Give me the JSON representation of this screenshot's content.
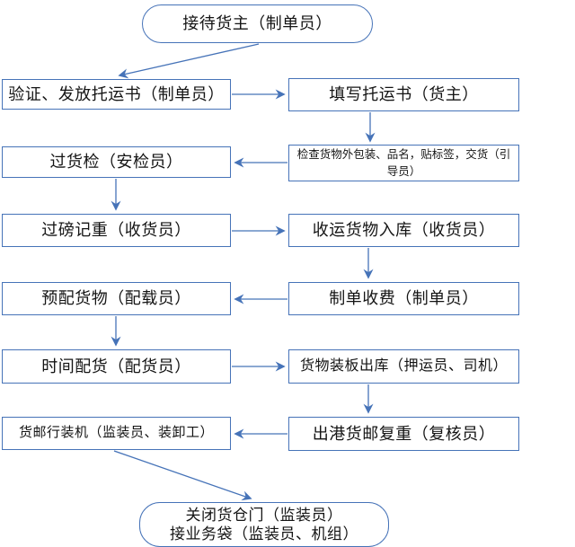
{
  "diagram": {
    "type": "flowchart",
    "accent_color": "#4673b8",
    "text_color": "#141414",
    "background_color": "#ffffff",
    "nodes": {
      "start": {
        "shape": "terminator",
        "label": "接待货主（制单员）"
      },
      "issue_bill": {
        "shape": "process",
        "label": "验证、发放托运书（制单员）"
      },
      "fill_bill": {
        "shape": "process",
        "label": "填写托运书（货主）"
      },
      "inspect": {
        "shape": "process",
        "label": "检查货物外包装、品名，贴标签，交货（引导员）"
      },
      "security": {
        "shape": "process",
        "label": "过货检（安检员）"
      },
      "weigh": {
        "shape": "process",
        "label": "过磅记重（收货员）"
      },
      "warehouse": {
        "shape": "process",
        "label": "收运货物入库（收货员）"
      },
      "preassign": {
        "shape": "process",
        "label": "预配货物（配载员）"
      },
      "billing": {
        "shape": "process",
        "label": "制单收费（制单员）"
      },
      "time_assign": {
        "shape": "process",
        "label": "时间配货（配货员）"
      },
      "pallet_out": {
        "shape": "process",
        "label": "货物装板出库（押运员、司机）"
      },
      "load_plane": {
        "shape": "process",
        "label": "货邮行装机（监装员、装卸工）"
      },
      "reweigh": {
        "shape": "process",
        "label": "出港货邮复重（复核员）"
      },
      "end": {
        "shape": "terminator",
        "line1": "关闭货仓门（监装员）",
        "line2": "接业务袋（监装员、机组）"
      }
    },
    "edges": [
      {
        "from": "start",
        "to": "issue_bill"
      },
      {
        "from": "issue_bill",
        "to": "fill_bill"
      },
      {
        "from": "fill_bill",
        "to": "inspect"
      },
      {
        "from": "inspect",
        "to": "security"
      },
      {
        "from": "security",
        "to": "weigh"
      },
      {
        "from": "weigh",
        "to": "warehouse"
      },
      {
        "from": "warehouse",
        "to": "billing"
      },
      {
        "from": "billing",
        "to": "preassign"
      },
      {
        "from": "preassign",
        "to": "time_assign"
      },
      {
        "from": "time_assign",
        "to": "pallet_out"
      },
      {
        "from": "pallet_out",
        "to": "reweigh"
      },
      {
        "from": "reweigh",
        "to": "load_plane"
      },
      {
        "from": "load_plane",
        "to": "end"
      }
    ]
  }
}
